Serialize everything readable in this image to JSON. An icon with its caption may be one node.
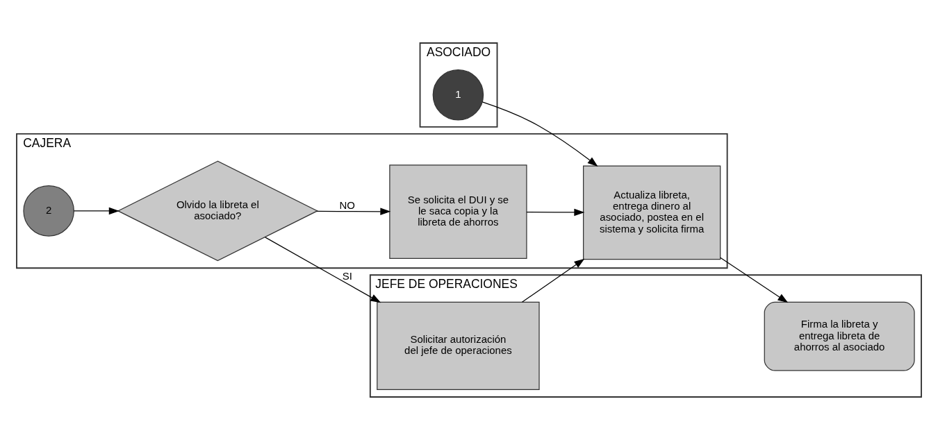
{
  "diagram": {
    "nodes": [
      {
        "text": [
          "ASOCIADO"
        ]
      },
      {
        "text": [
          "1"
        ],
        "in": 0
      },
      {
        "text": [
          "JEFE DE OPERACIONES"
        ]
      },
      {
        "text": [
          "Solicitar autorización del jefe de operaciones"
        ],
        "in": 2
      },
      {
        "text": [
          "Firma la libreta y entrega libreta de ahorros al asociado"
        ],
        "in": 2
      },
      {
        "text": [
          "CAJERA"
        ]
      },
      {
        "text": [
          "2"
        ],
        "in": 5
      },
      {
        "text": [
          "Olvido la libreta el asociado?"
        ],
        "in": 5
      },
      {
        "text": [
          "Se solicita el DUI y se le saca copia y la libreta de ahorros"
        ],
        "in": 5
      },
      {
        "text": [
          "Actualiza libreta, entrega dinero al asociado, postea en el sistema y solicita firma"
        ],
        "in": 5
      }
    ],
    "edges": [
      {
        "from": 6,
        "to": 7,
        "arrow": "to"
      },
      {
        "from": 7,
        "to": 3,
        "arrow": "to",
        "label": "SI"
      },
      {
        "from": 7,
        "to": 8,
        "arrow": "to",
        "label": "NO"
      },
      {
        "from": 8,
        "to": 9,
        "arrow": "to"
      },
      {
        "from": 3,
        "to": 9,
        "arrow": "to"
      },
      {
        "from": 1,
        "to": 9,
        "arrow": "to"
      },
      {
        "from": 9,
        "to": 4,
        "arrow": "to"
      }
    ]
  }
}
